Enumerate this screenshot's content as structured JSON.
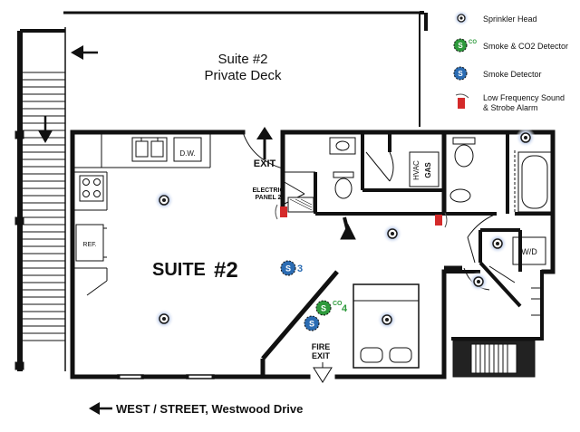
{
  "legend": {
    "sprinkler": "Sprinkler Head",
    "smoke_co2": "Smoke & CO2 Detector",
    "smoke": "Smoke Detector",
    "alarm_line1": "Low Frequency Sound",
    "alarm_line2": "& Strobe Alarm"
  },
  "labels": {
    "deck_line1": "Suite #2",
    "deck_line2": "Private Deck",
    "suite_main": "SUITE",
    "suite_num": "#2",
    "exit": "EXIT",
    "electric_line1": "ELECTRIC",
    "electric_line2": "PANEL 2",
    "fire_exit_line1": "FIRE",
    "fire_exit_line2": "EXIT",
    "hvac": "HVAC",
    "gas": "GAS",
    "dw": "D.W.",
    "ref": "REF.",
    "wd": "W/D",
    "street": "WEST / STREET, Westwood Drive",
    "detector3": "3",
    "detector4": "4",
    "co": "CO",
    "s": "S"
  },
  "colors": {
    "wall": "#111111",
    "sprinkler": "#1a1a1a",
    "sprinkler_halo": "#8aa6d6",
    "smoke_blue": "#2b6cb3",
    "co_green": "#2e9a3c",
    "alarm_red": "#d42a2a"
  }
}
